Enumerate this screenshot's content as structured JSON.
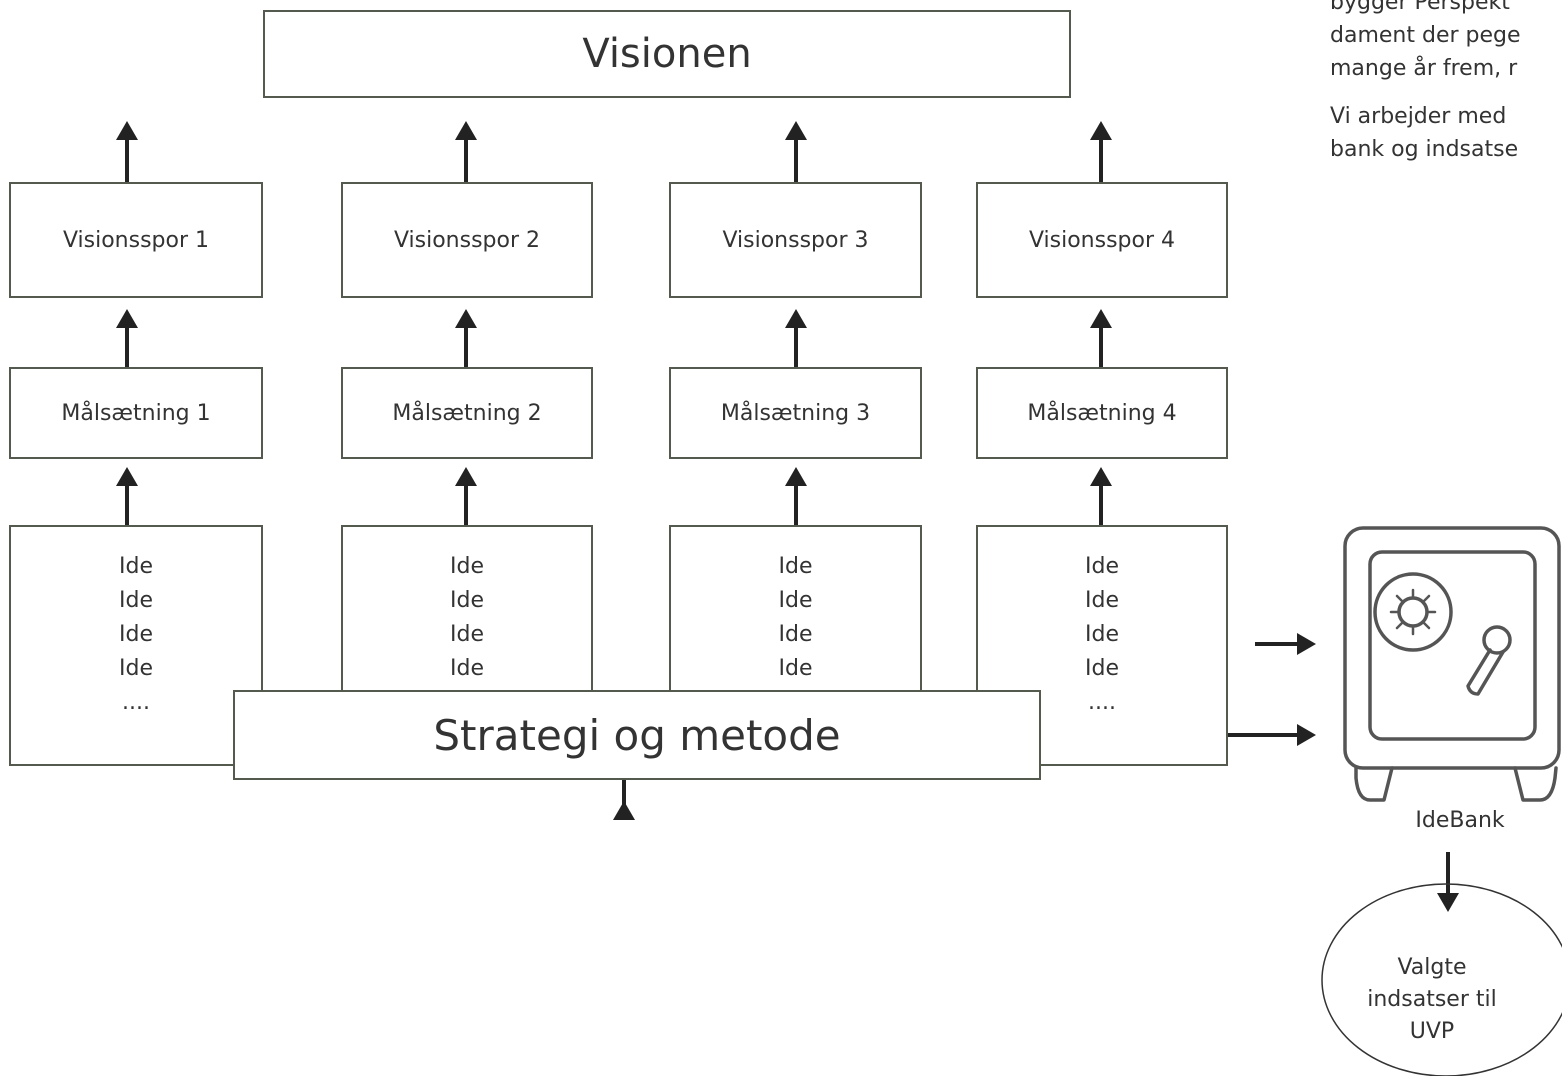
{
  "vision": {
    "title": "Visionen"
  },
  "columns": [
    {
      "track": "Visionsspor 1",
      "goal": "Målsætning 1",
      "ideas": [
        "Ide",
        "Ide",
        "Ide",
        "Ide",
        "...."
      ]
    },
    {
      "track": "Visionsspor 2",
      "goal": "Målsætning 2",
      "ideas": [
        "Ide",
        "Ide",
        "Ide",
        "Ide",
        "...."
      ]
    },
    {
      "track": "Visionsspor 3",
      "goal": "Målsætning 3",
      "ideas": [
        "Ide",
        "Ide",
        "Ide",
        "Ide",
        "...."
      ]
    },
    {
      "track": "Visionsspor 4",
      "goal": "Målsætning 4",
      "ideas": [
        "Ide",
        "Ide",
        "Ide",
        "Ide",
        "...."
      ]
    }
  ],
  "strategy": {
    "title": "Strategi og metode"
  },
  "idebank": {
    "label": "IdeBank",
    "icon": "safe-icon"
  },
  "selected": {
    "lines": [
      "Valgte",
      "indsatser til",
      "UVP"
    ]
  },
  "side_text": {
    "paragraph1": [
      "bygger Perspekt",
      "dament der pege",
      "mange år frem, r"
    ],
    "paragraph2": [
      "Vi arbejder med",
      "bank og indsatse"
    ]
  },
  "colors": {
    "stroke": "#555a4e",
    "arrow": "#222222",
    "text": "#333333"
  }
}
